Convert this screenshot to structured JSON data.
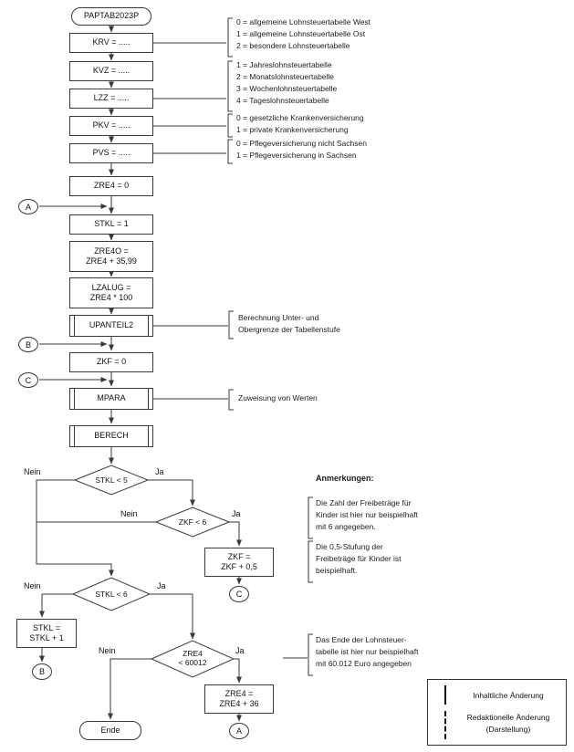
{
  "colors": {
    "background": "#ffffff",
    "line": "#3a3a3a",
    "text": "#111111"
  },
  "flow": {
    "start_label": "PAPTAB2023P",
    "end_label": "Ende",
    "yes": "Ja",
    "no": "Nein",
    "boxes": {
      "krv": "KRV = .....",
      "kvz": "KVZ = .....",
      "lzz": "LZZ = .....",
      "pkv": "PKV = .....",
      "pvs": "PVS = .....",
      "zre4_init": "ZRE4 = 0",
      "stkl_init": "STKL = 1",
      "zre4o_1": "ZRE4O =",
      "zre4o_2": "ZRE4 + 35,99",
      "lzalug_1": "LZALUG =",
      "lzalug_2": "ZRE4 * 100",
      "upanteil2": "UPANTEIL2",
      "zkf_init": "ZKF = 0",
      "mpara": "MPARA",
      "berech": "BERECH",
      "zkf_inc_1": "ZKF =",
      "zkf_inc_2": "ZKF + 0,5",
      "stkl_inc_1": "STKL =",
      "stkl_inc_2": "STKL + 1",
      "zre4_inc_1": "ZRE4 =",
      "zre4_inc_2": "ZRE4 + 36"
    },
    "decisions": {
      "stkl5": "STKL < 5",
      "zkf6": "ZKF < 6",
      "stkl6": "STKL < 6",
      "zre4_1": "ZRE4",
      "zre4_2": "< 60012"
    },
    "connectors": {
      "a": "A",
      "b": "B",
      "c": "C"
    }
  },
  "annotations": {
    "krv": [
      "0 = allgemeine Lohnsteuertabelle West",
      "1 = allgemeine Lohnsteuertabelle Ost",
      "2 = besondere Lohnsteuertabelle"
    ],
    "lzz": [
      "1 = Jahreslohnsteuertabelle",
      "2 = Monatslohnsteuertabelle",
      "3 = Wochenlohnsteuertabelle",
      "4 = Tageslohnsteuertabelle"
    ],
    "pkv": [
      "0 = gesetzliche Krankenversicherung",
      "1 = private Krankenversicherung"
    ],
    "pvs": [
      "0 = Pflegeversicherung nicht Sachsen",
      "1 = Pflegeversicherung in Sachsen"
    ],
    "upanteil2": [
      "Berechnung Unter- und",
      "Obergrenze der Tabellenstufe"
    ],
    "mpara": "Zuweisung von Werten",
    "notes_title": "Anmerkungen:",
    "note1": [
      "Die Zahl der Freibeträge für",
      "Kinder ist hier nur beispielhaft",
      "mit 6 angegeben."
    ],
    "note2": [
      "Die 0,5-Stufung der",
      "Freibeträge für Kinder ist",
      "beispielhaft."
    ],
    "note3": [
      "Das Ende der Lohnsteuer-",
      "tabelle ist hier nur beispielhaft",
      "mit 60.012 Euro angegeben"
    ]
  },
  "legend": {
    "content_change": "Inhaltliche Änderung",
    "editorial_change_1": "Redaktionelle Änderung",
    "editorial_change_2": "(Darstellung)"
  }
}
